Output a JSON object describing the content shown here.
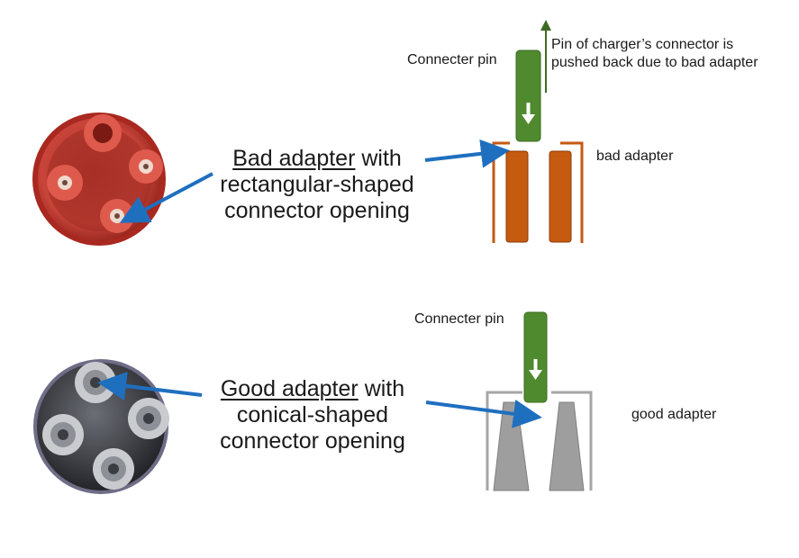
{
  "bad": {
    "heading_underlined": "Bad adapter",
    "heading_rest": " with",
    "line2": "rectangular-shaped",
    "line3": "connector opening",
    "pin_label": "Connecter pin",
    "note_line1": "Pin of charger’s connector is",
    "note_line2": "pushed back due to bad adapter",
    "adapter_label": "bad adapter"
  },
  "good": {
    "heading_underlined": "Good adapter",
    "heading_rest": " with",
    "line2": "conical-shaped",
    "line3": "connector opening",
    "pin_label": "Connecter pin",
    "adapter_label": "good adapter"
  },
  "colors": {
    "arrow_blue": "#1f6fbf",
    "pin_green": "#4f8a2e",
    "terminal_orange": "#c55a11",
    "good_frame_gray": "#a6a6a6",
    "good_terminal_gray": "#9e9e9e",
    "bad_photo_red": "#c93a2e",
    "good_photo_silver": "#b7b9bd"
  }
}
